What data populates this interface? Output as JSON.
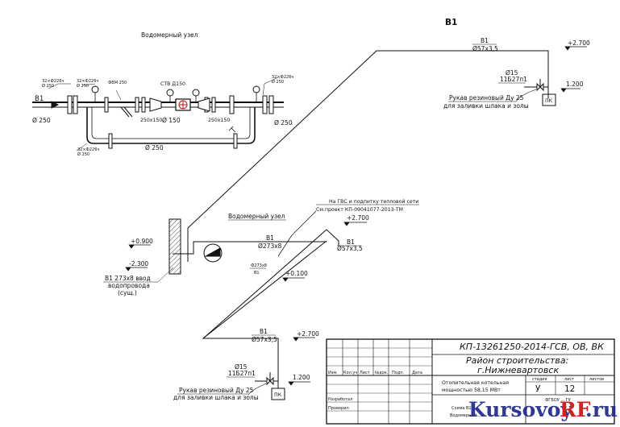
{
  "drawing": {
    "riser_id": "В1",
    "water_meter_unit_title": "Водомерный узел",
    "b1_label": "В1",
    "top_detail": {
      "inlet_label": "В1",
      "dia_250_left": "Ø 250",
      "dia_250_right": "Ø 250",
      "dia_250_bypass": "Ø 250",
      "dia_150": "Ø 150",
      "meter_label": "СТВ Д150",
      "flange_left_1": "32×Ф226ч\nØ 250",
      "flange_left_2": "32×Ф226ч\nØ 250",
      "flange_left_3": "ФВМ 250",
      "flange_left_bottom": "32×Ф226ч\nØ 250",
      "flange_right_top": "32×Ф226ч\nØ 250",
      "reducer_left": "250х150",
      "reducer_right": "250х150"
    },
    "riser_top": {
      "pipe_label": "В1",
      "pipe_size": "Ø57х3,5",
      "level_top": "+2.700",
      "valve_dia": "Ø15",
      "valve_type": "11Б27п1",
      "level_pk": "1.200",
      "hose_note_1": "Рукав резиновый Ду 25",
      "hose_note_2": "для заливки шлака и золы",
      "pk_label": "ПК"
    },
    "middle": {
      "unit_title": "Водомерный узел",
      "note_1": "На ГВС и подпитку тепловой сети",
      "note_2": "См.проект КП-09041077-2013-ТМ",
      "level_2700": "+2.700",
      "level_0900": "+0.900",
      "level_m2300": "-2.300",
      "level_0100": "+0.100",
      "pipe_b1": "В1",
      "pipe_size_main": "Ø273х8",
      "pipe_b1_right": "В1",
      "pipe_size_right": "Ø57х3,5",
      "pipe_size_small": "Ф273х8",
      "pipe_b1_small": "В1",
      "inlet_note_1": "В1 273х8 ввод",
      "inlet_note_2": "водопровода",
      "inlet_note_3": "(сущ.)"
    },
    "riser_bottom": {
      "pipe_label": "В1",
      "pipe_size": "Ø57х3,5",
      "level_top": "+2.700",
      "valve_dia": "Ø15",
      "valve_type": "11Б27п1",
      "level_pk": "1.200",
      "hose_note_1": "Рукав резиновый Ду 25",
      "hose_note_2": "для заливки шлака и золы",
      "pk_label": "ПК"
    }
  },
  "title_block": {
    "doc_code": "КП-13261250-2014-ГСВ, ОВ, ВК",
    "district_line_1": "Район строительства:",
    "district_line_2": "г.Нижневартовск",
    "object_line_1": "Отопительная котельная",
    "object_line_2": "мощностью 58,15 МВт",
    "stage_header": "стадия",
    "sheet_header": "лист",
    "sheets_header": "листов",
    "stage_value": "У",
    "sheet_value": "12",
    "row_headers": [
      "Изм.",
      "Кол.уч",
      "Лист",
      "№док.",
      "Подп.",
      "Дата"
    ],
    "role_1": "Разработал",
    "role_2": "Проверил",
    "scheme_line_1": "Схема В1 с...",
    "scheme_line_2": "Водомерный...",
    "org_partial": "ФГБОУ ... ГУ"
  },
  "watermark": {
    "part_1": "Kursovoy",
    "part_2": "RF",
    "part_3": ".ru"
  }
}
